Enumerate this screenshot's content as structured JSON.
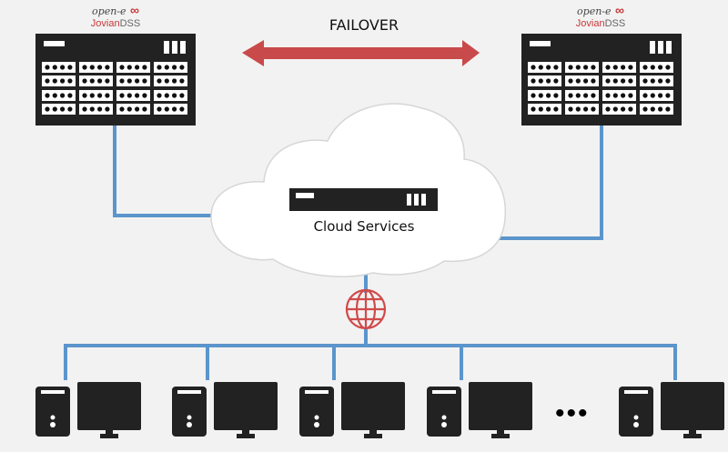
{
  "title": "FAILOVER",
  "nodes": {
    "left_server": {
      "brand_top": "open-e",
      "brand_name": "Jovian",
      "brand_suffix": "DSS"
    },
    "right_server": {
      "brand_top": "open-e",
      "brand_name": "Jovian",
      "brand_suffix": "DSS"
    },
    "cloud": {
      "label": "Cloud Services"
    },
    "internet": {
      "icon": "globe-icon"
    },
    "clients": {
      "count_shown": 5,
      "ellipsis": "•••"
    }
  },
  "colors": {
    "background": "#f2f2f2",
    "device": "#222222",
    "link": "#5b95cc",
    "failover_arrow": "#c94a4a",
    "globe": "#d04a4a",
    "brand": "#c8373a"
  }
}
